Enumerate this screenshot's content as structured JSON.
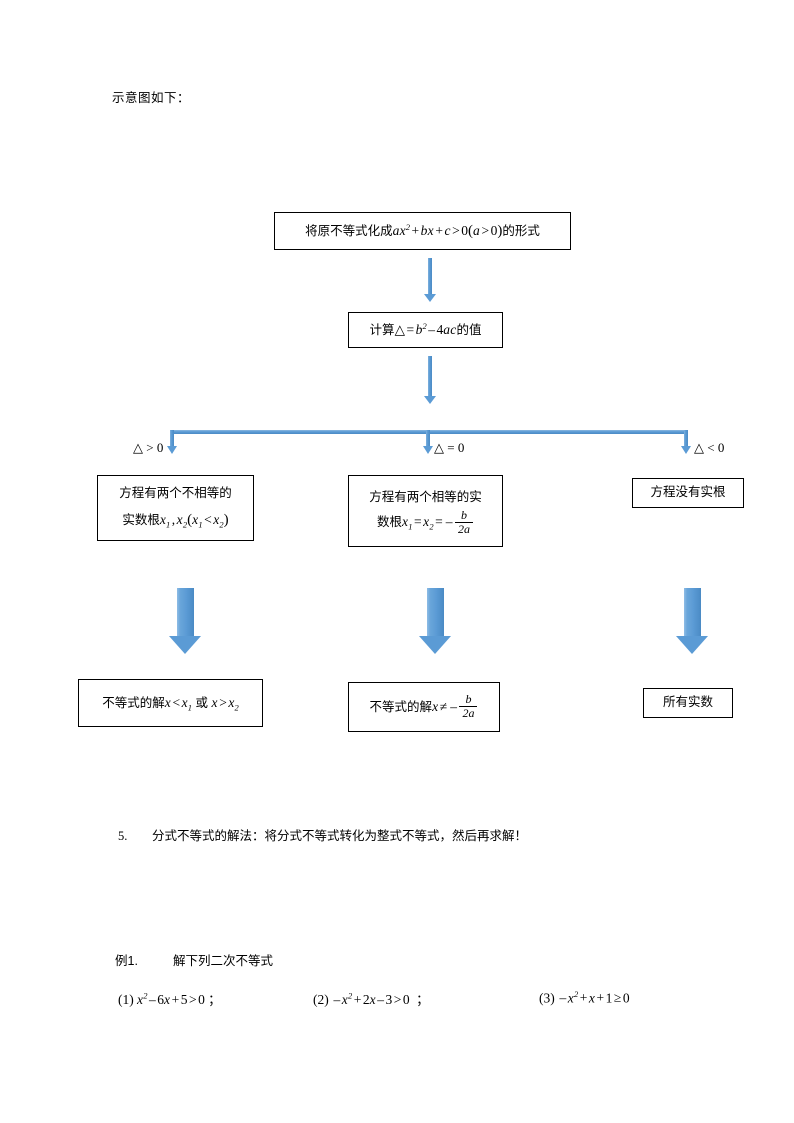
{
  "document": {
    "intro_note": "示意图如下：",
    "flowchart": {
      "step1": {
        "prefix": "将原不等式化成",
        "expr_a": "a",
        "expr_x": "x",
        "expr_pow": "2",
        "expr_plus1": "+",
        "expr_b": "b",
        "expr_x2": "x",
        "expr_plus2": "+",
        "expr_c": "c",
        "expr_gt": ">",
        "expr_zero": "0",
        "expr_paren_open": "(",
        "expr_a2": "a",
        "expr_gt2": ">",
        "expr_zero2": "0",
        "expr_paren_close": ")",
        "suffix": "的形式"
      },
      "step2": {
        "prefix": "计算",
        "delta": "△",
        "eq": "=",
        "b": "b",
        "pow": "2",
        "minus": "–",
        "four": "4",
        "ac": "ac",
        "suffix": "的值"
      },
      "branch_labels": {
        "left": "△ > 0",
        "middle": "△ = 0",
        "right": "△ < 0"
      },
      "case_left": {
        "line1": "方程有两个不相等的",
        "line2_prefix": "实数根",
        "x1": "x",
        "x1_sub": "1",
        "comma": ",",
        "x2": "x",
        "x2_sub": "2",
        "paren_open": "(",
        "cx1": "x",
        "cx1_sub": "1",
        "lt": "<",
        "cx2": "x",
        "cx2_sub": "2",
        "paren_close": ")"
      },
      "case_middle": {
        "line1": "方程有两个相等的实",
        "line2_prefix": "数根",
        "x1": "x",
        "x1_sub": "1",
        "eq1": "=",
        "x2": "x",
        "x2_sub": "2",
        "eq2": "=",
        "minus": "–",
        "frac_num": "b",
        "frac_den": "2a"
      },
      "case_right": {
        "text": "方程没有实根"
      },
      "result_left": {
        "prefix": "不等式的解",
        "x": "x",
        "lt": "<",
        "x1": "x",
        "x1_sub": "1",
        "conj": "或",
        "x_b": "x",
        "gt": ">",
        "x2": "x",
        "x2_sub": "2"
      },
      "result_middle": {
        "prefix": "不等式的解",
        "x": "x",
        "neq": "≠",
        "minus": "–",
        "frac_num": "b",
        "frac_den": "2a"
      },
      "result_right": {
        "text": "所有实数"
      }
    },
    "note5": {
      "number": "5.",
      "text": "分式不等式的解法：将分式不等式转化为整式不等式，然后再求解！"
    },
    "example": {
      "label": "例1.",
      "title": "解下列二次不等式",
      "problems": [
        {
          "index": "(1)",
          "x": "x",
          "pow": "2",
          "minus": "–",
          "coef": "6",
          "var": "x",
          "plus": "+",
          "const": "5",
          "rel": ">",
          "zero": "0",
          "tail": "；"
        },
        {
          "index": "(2)",
          "lead_minus": "–",
          "x": "x",
          "pow": "2",
          "plus": "+",
          "coef": "2",
          "var": "x",
          "minus": "–",
          "const": "3",
          "rel": ">",
          "zero": "0",
          "tail": "；"
        },
        {
          "index": "(3)",
          "lead_minus": "–",
          "x": "x",
          "pow": "2",
          "plus": "+",
          "var": "x",
          "plus2": "+",
          "const": "1",
          "rel": "≥",
          "zero": "0",
          "tail": ""
        }
      ]
    },
    "colors": {
      "arrow_blue": "#5b9bd5",
      "arrow_blue_light": "#8fbde6",
      "arrow_blue_dark": "#4a8ac4",
      "box_border": "#000000",
      "page_background": "#ffffff",
      "text": "#000000"
    }
  }
}
